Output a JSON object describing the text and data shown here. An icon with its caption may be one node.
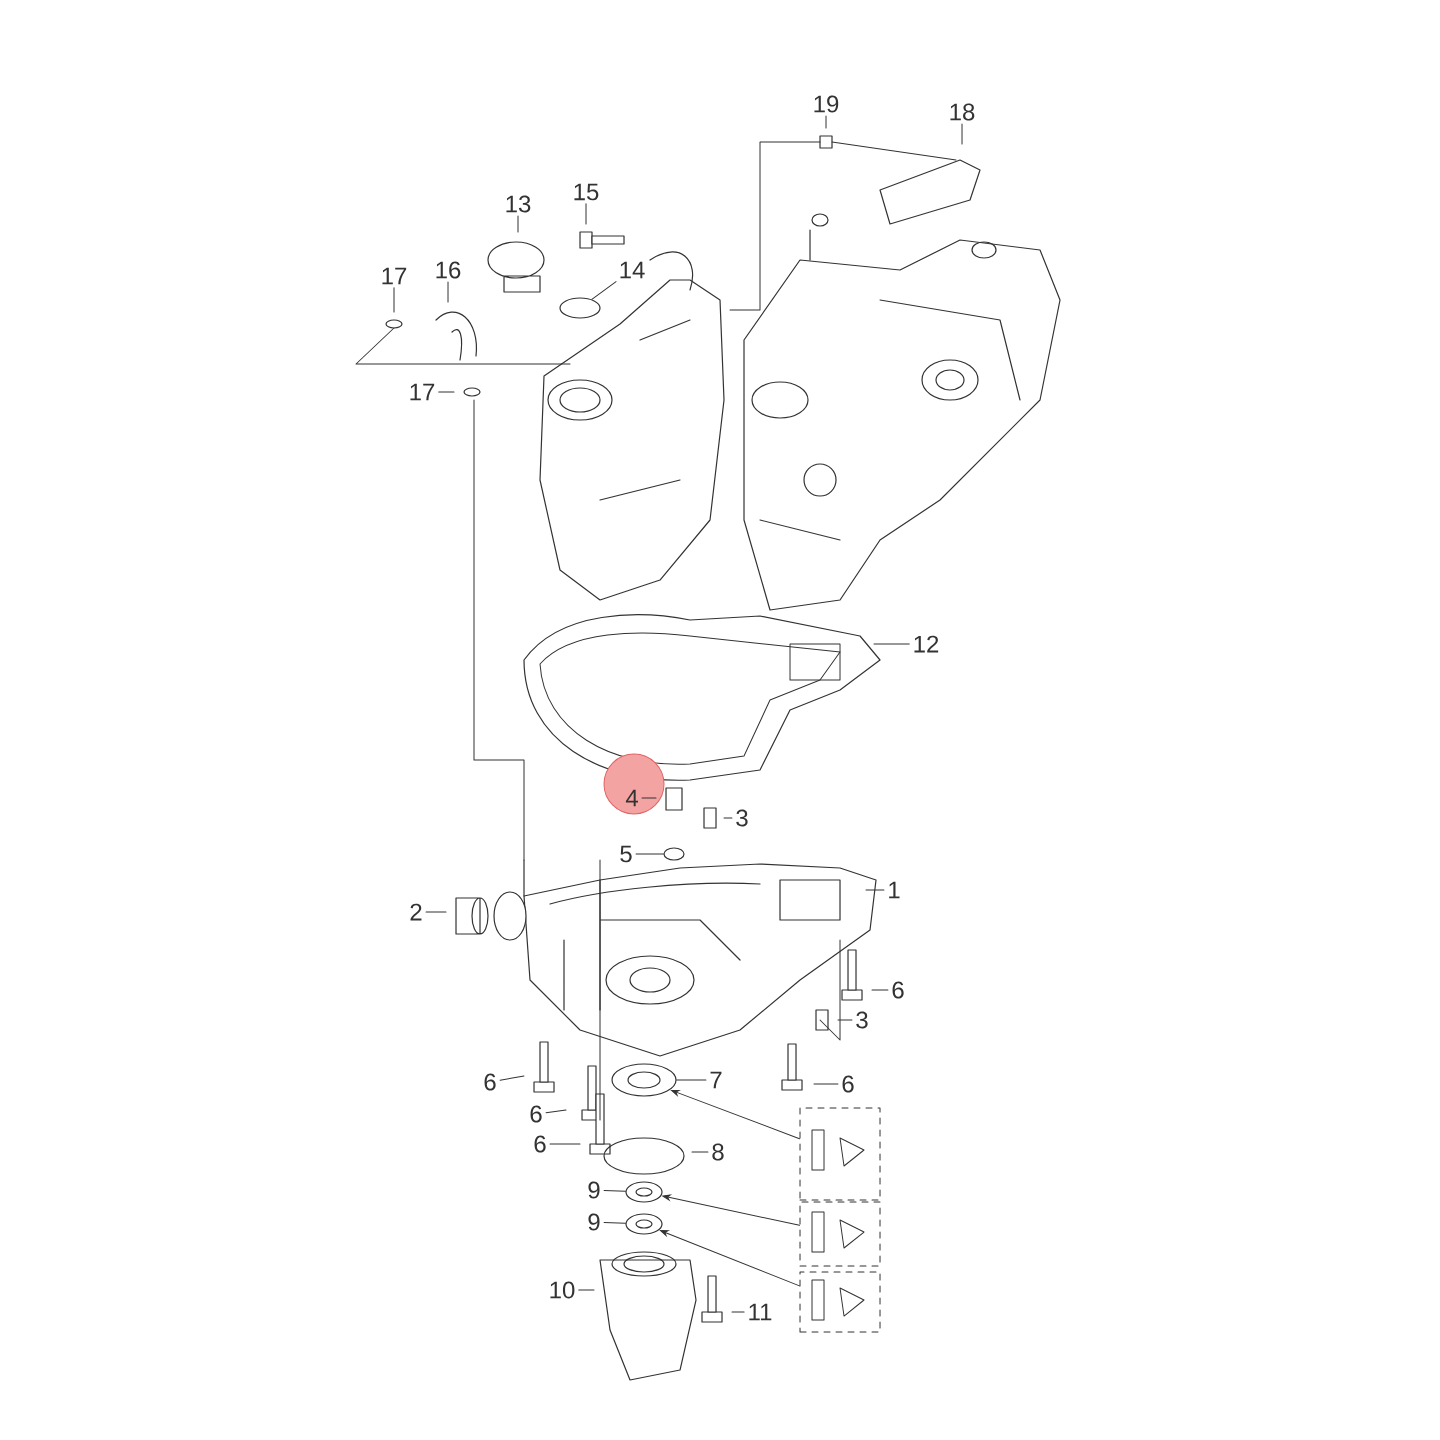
{
  "diagram": {
    "nodes": [
      {
        "text": [
          "19"
        ]
      },
      {
        "text": [
          "18"
        ]
      },
      {
        "text": [
          "13"
        ]
      },
      {
        "text": [
          "15"
        ]
      },
      {
        "text": [
          "17"
        ]
      },
      {
        "text": [
          "16"
        ]
      },
      {
        "text": [
          "14"
        ]
      },
      {
        "text": [
          "17"
        ]
      },
      {
        "text": [
          "12"
        ]
      },
      {
        "text": [
          "4"
        ]
      },
      {
        "text": [
          "3"
        ]
      },
      {
        "text": [
          "5"
        ]
      },
      {
        "text": [
          "1"
        ]
      },
      {
        "text": [
          "2"
        ]
      },
      {
        "text": [
          "6"
        ]
      },
      {
        "text": [
          "3"
        ]
      },
      {
        "text": [
          "6"
        ]
      },
      {
        "text": [
          "7"
        ]
      },
      {
        "text": [
          "6"
        ]
      },
      {
        "text": [
          "6"
        ]
      },
      {
        "text": [
          "6"
        ]
      },
      {
        "text": [
          "8"
        ]
      },
      {
        "text": [
          "9"
        ]
      },
      {
        "text": [
          "9"
        ]
      },
      {
        "text": [
          "10"
        ]
      },
      {
        "text": [
          "11"
        ]
      },
      {
        "text": [],
        "shape": "box"
      },
      {
        "text": [],
        "shape": "box"
      },
      {
        "text": [],
        "shape": "box"
      },
      {
        "text": [],
        "shape": "circle"
      },
      {
        "text": [],
        "shape": "circle"
      },
      {
        "text": [],
        "shape": "circle"
      },
      {
        "text": [],
        "shape": "circle"
      },
      {
        "text": [],
        "shape": "circle"
      }
    ],
    "edges": [
      {
        "from": 0,
        "to": null,
        "arrow": "none"
      },
      {
        "from": 1,
        "to": null,
        "arrow": "none"
      },
      {
        "from": 2,
        "to": null,
        "arrow": "none"
      },
      {
        "from": 3,
        "to": null,
        "arrow": "none"
      },
      {
        "from": 4,
        "to": null,
        "arrow": "none"
      },
      {
        "from": 5,
        "to": null,
        "arrow": "none"
      },
      {
        "from": 6,
        "to": 32,
        "arrow": "none"
      },
      {
        "from": 7,
        "to": null,
        "arrow": "none"
      },
      {
        "from": 8,
        "to": null,
        "arrow": "none"
      },
      {
        "from": 9,
        "to": null,
        "arrow": "none"
      },
      {
        "from": 10,
        "to": null,
        "arrow": "none"
      },
      {
        "from": 11,
        "to": 33,
        "arrow": "none"
      },
      {
        "from": 12,
        "to": null,
        "arrow": "none"
      },
      {
        "from": 13,
        "to": null,
        "arrow": "none"
      },
      {
        "from": 14,
        "to": null,
        "arrow": "none"
      },
      {
        "from": 15,
        "to": null,
        "arrow": "none"
      },
      {
        "from": 16,
        "to": null,
        "arrow": "none"
      },
      {
        "from": 17,
        "to": 29,
        "arrow": "none"
      },
      {
        "from": 18,
        "to": null,
        "arrow": "none"
      },
      {
        "from": 19,
        "to": null,
        "arrow": "none"
      },
      {
        "from": 20,
        "to": null,
        "arrow": "none"
      },
      {
        "from": 21,
        "to": null,
        "arrow": "none"
      },
      {
        "from": 22,
        "to": 30,
        "arrow": "none"
      },
      {
        "from": 23,
        "to": 31,
        "arrow": "none"
      },
      {
        "from": 24,
        "to": null,
        "arrow": "none"
      },
      {
        "from": 25,
        "to": null,
        "arrow": "none"
      },
      {
        "from": 26,
        "to": 29,
        "arrow": "to"
      },
      {
        "from": 27,
        "to": 30,
        "arrow": "to"
      },
      {
        "from": 28,
        "to": 31,
        "arrow": "to"
      }
    ]
  }
}
